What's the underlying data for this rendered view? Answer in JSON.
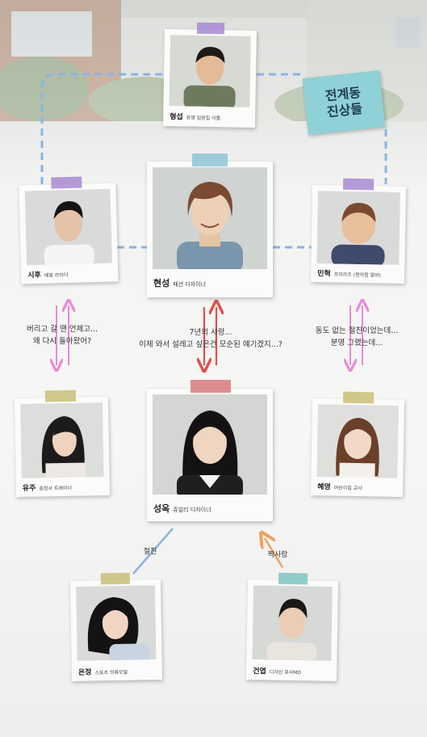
{
  "sticky_note": "전계동\n진상들",
  "characters": {
    "hyungseop": {
      "name": "형섭",
      "role": "유명 입원집 이들"
    },
    "hyunsung": {
      "name": "현성",
      "role": "패션 디자이너"
    },
    "sihoo": {
      "name": "시후",
      "role": "배달 라이더"
    },
    "minhyuk": {
      "name": "민혁",
      "role": "프리라츠 (편의점 알바)"
    },
    "yuju": {
      "name": "유주",
      "role": "중정사 트레이너"
    },
    "seongok": {
      "name": "성옥",
      "role": "쥬얼리 디자이너"
    },
    "hyeyoung": {
      "name": "혜영",
      "role": "어린이집 교사"
    },
    "eunjeong": {
      "name": "은정",
      "role": "스포츠 의류모델"
    },
    "geonyeop": {
      "name": "건엽",
      "role": "디자인 회사MD"
    }
  },
  "relations": {
    "left": "버리고 갈 땐 언제고...\n왜 다시 돌아왔어?",
    "center": "7년의 사랑...\n이제 와서 설레고 싶은건 모순된 얘기겠지...?",
    "right": "동도 없는 절친이었는데...\n분명 그랬는데...",
    "friend": "절친",
    "crush": "짝사랑"
  },
  "colors": {
    "dash_blue": "#8ab4e4",
    "arrow_pink": "#e88ad6",
    "arrow_red": "#e24e4e",
    "arrow_orange": "#f0a25e",
    "sticky": "#8fd1d6"
  }
}
